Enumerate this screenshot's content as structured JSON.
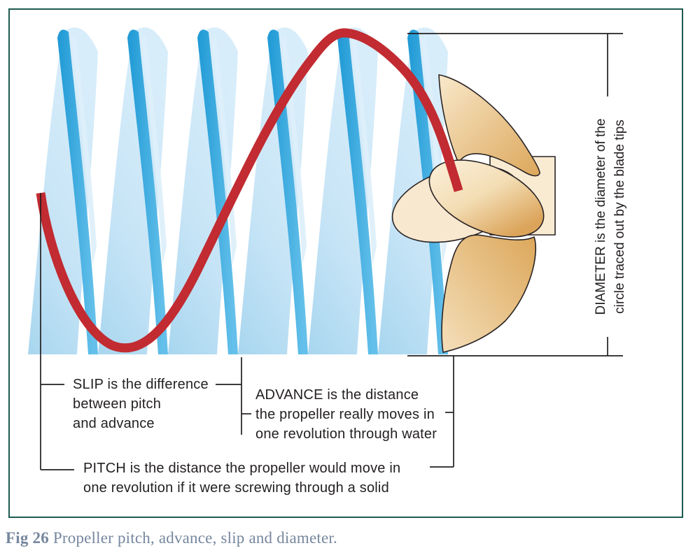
{
  "figure": {
    "caption_label": "Fig 26",
    "caption_text": "Propeller pitch, advance, slip and diameter."
  },
  "labels": {
    "slip": {
      "lines": [
        "SLIP is the difference",
        "between pitch",
        "and advance"
      ]
    },
    "advance": {
      "lines": [
        "ADVANCE is the distance",
        "the propeller really moves in",
        "one revolution through water"
      ]
    },
    "pitch": {
      "lines": [
        "PITCH is the distance the propeller would move in",
        "one revolution if it were screwing through a solid"
      ]
    },
    "diameter": {
      "lines": [
        "DIAMETER is the diameter of the",
        "circle traced out by the blade tips"
      ]
    }
  },
  "colors": {
    "figure_border": "#1d5b50",
    "helix_light_blue": "#c2e2f5",
    "helix_dark_blue": "#2aa2dc",
    "advance_curve_red": "#c12b31",
    "propeller_tan": "#dca75a",
    "propeller_cream": "#f9ebd2",
    "label_text": "#231f20",
    "caption_text": "#76879e",
    "dimension_lines": "#231f20"
  }
}
